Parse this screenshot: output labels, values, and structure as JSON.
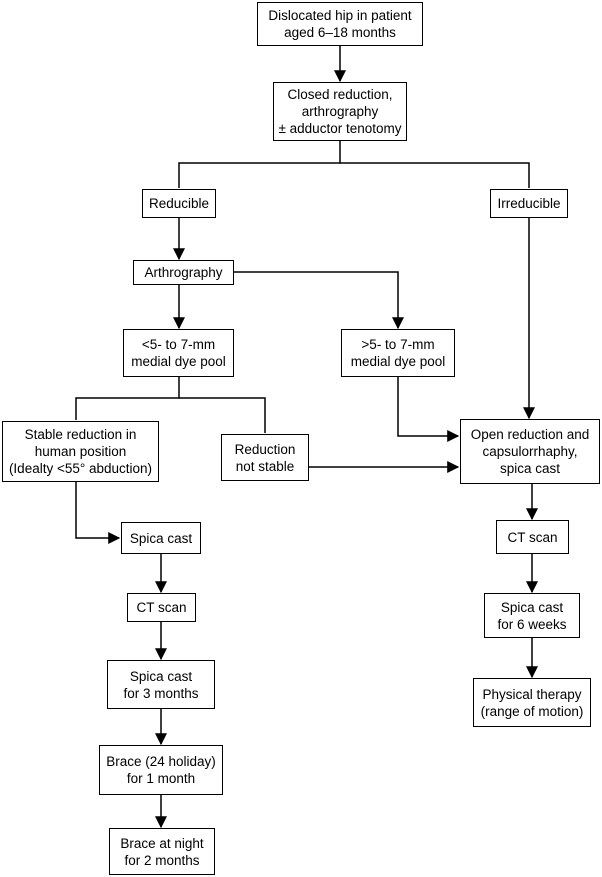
{
  "flowchart": {
    "nodes": {
      "dislocated_hip": "Dislocated hip in patient\naged 6–18 months",
      "closed_reduction": "Closed reduction,\narthrography\n± adductor tenotomy",
      "reducible": "Reducible",
      "irreducible": "Irreducible",
      "arthrography": "Arthrography",
      "small_dye_pool": "<5- to 7-mm\nmedial dye pool",
      "large_dye_pool": ">5- to 7-mm\nmedial dye pool",
      "stable_reduction": "Stable reduction in\nhuman position\n(Idealty <55° abduction)",
      "reduction_not_stable": "Reduction\nnot stable",
      "open_reduction": "Open reduction and\ncapsulorrhaphy,\nspica cast",
      "spica_cast_left": "Spica cast",
      "ct_scan_left": "CT scan",
      "spica_3_months": "Spica cast\nfor 3 months",
      "brace_1_month": "Brace (24 holiday)\nfor 1 month",
      "brace_night": "Brace at night\nfor 2 months",
      "ct_scan_right": "CT scan",
      "spica_6_weeks": "Spica cast\nfor 6 weeks",
      "physical_therapy": "Physical therapy\n(range of motion)"
    }
  }
}
